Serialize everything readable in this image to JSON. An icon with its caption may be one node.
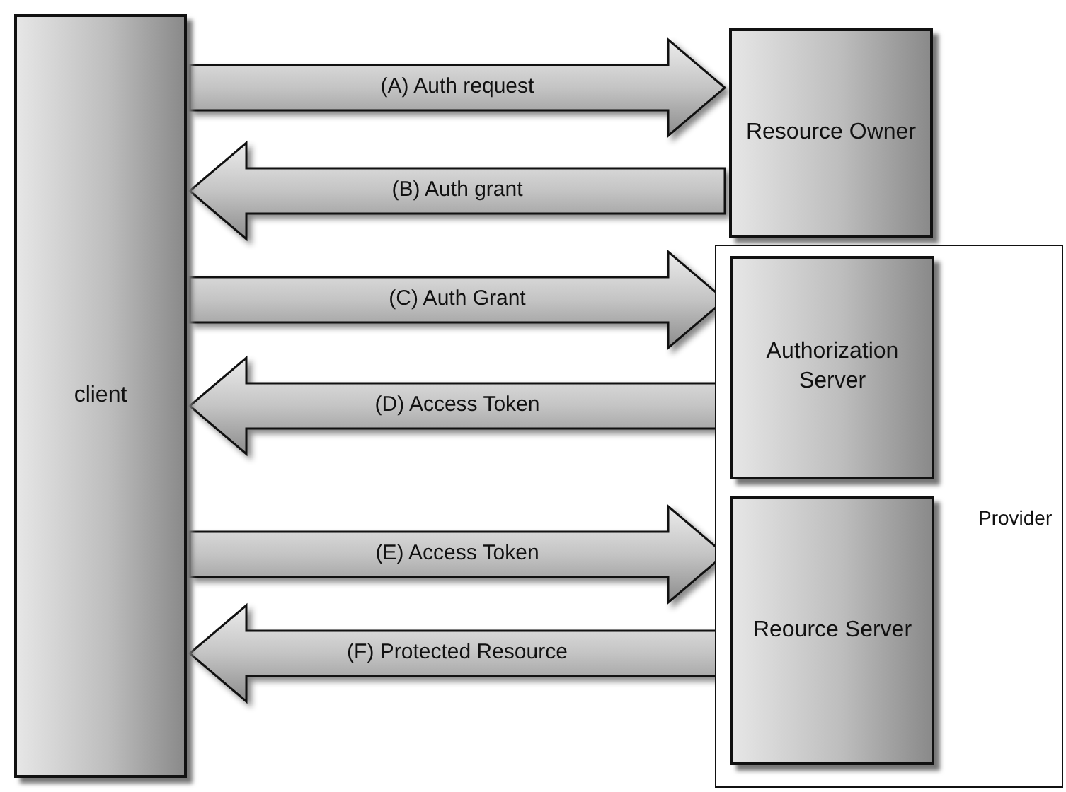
{
  "diagram": {
    "nodes": [
      {
        "text": [
          "client"
        ]
      },
      {
        "text": [
          "Resource Owner"
        ]
      },
      {
        "text": [
          "Provider"
        ]
      },
      {
        "text": [
          "Authorization Server"
        ],
        "in": 2
      },
      {
        "text": [
          "Reource Server"
        ],
        "in": 2
      }
    ],
    "edges": [
      {
        "from": 0,
        "to": 1,
        "arrow": "to",
        "label": "(A) Auth request"
      },
      {
        "from": 1,
        "to": 0,
        "arrow": "to",
        "label": "(B) Auth grant"
      },
      {
        "from": 0,
        "to": 3,
        "arrow": "to",
        "label": "(C) Auth Grant"
      },
      {
        "from": 3,
        "to": 0,
        "arrow": "to",
        "label": "(D) Access Token"
      },
      {
        "from": 0,
        "to": 4,
        "arrow": "to",
        "label": "(E) Access Token"
      },
      {
        "from": 4,
        "to": 0,
        "arrow": "to",
        "label": "(F) Protected Resource"
      }
    ]
  }
}
